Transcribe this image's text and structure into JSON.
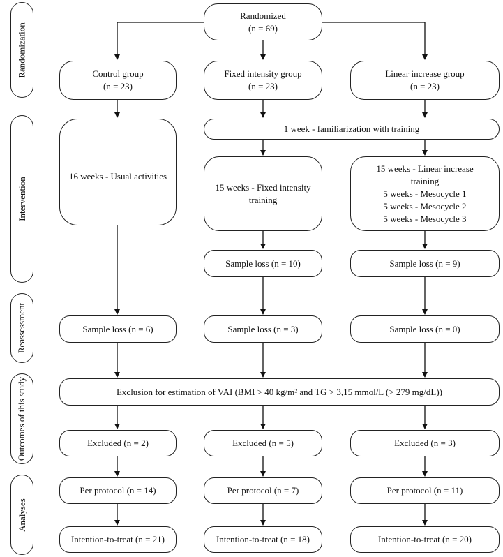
{
  "stages": {
    "randomization": "Randomization",
    "intervention": "Intervention",
    "reassessment": "Reassessment",
    "outcomes": [
      "Outcomes of this",
      "study"
    ],
    "analyses": "Analyses"
  },
  "randomized": {
    "title": "Randomized",
    "n": "(n = 69)"
  },
  "groups": {
    "control": {
      "title": "Control group",
      "n": "(n = 23)"
    },
    "fixed": {
      "title": "Fixed intensity group",
      "n": "(n = 23)"
    },
    "linear": {
      "title": "Linear increase group",
      "n": "(n = 23)"
    }
  },
  "familiarization": "1 week - familiarization with training",
  "intervention": {
    "control": "16 weeks - Usual activities",
    "fixed": [
      "15 weeks - Fixed intensity",
      "training"
    ],
    "linear": [
      "15 weeks - Linear increase",
      "training",
      "5 weeks - Mesocycle 1",
      "5 weeks - Mesocycle 2",
      "5 weeks - Mesocycle 3"
    ]
  },
  "intervention_loss": {
    "fixed": "Sample loss (n = 10)",
    "linear": "Sample loss (n = 9)"
  },
  "reassessment_loss": {
    "control": "Sample loss (n = 6)",
    "fixed": "Sample loss (n = 3)",
    "linear": "Sample loss (n = 0)"
  },
  "exclusion": "Exclusion for estimation of VAI (BMI > 40 kg/m² and TG > 3,15 mmol/L (> 279 mg/dL))",
  "excluded": {
    "control": "Excluded (n = 2)",
    "fixed": "Excluded (n = 5)",
    "linear": "Excluded (n = 3)"
  },
  "per_protocol": {
    "control": "Per protocol (n = 14)",
    "fixed": "Per protocol (n = 7)",
    "linear": "Per protocol (n = 11)"
  },
  "itt": {
    "control": "Intention-to-treat (n = 21)",
    "fixed": "Intention-to-treat (n = 18)",
    "linear": "Intention-to-treat (n = 20)"
  }
}
